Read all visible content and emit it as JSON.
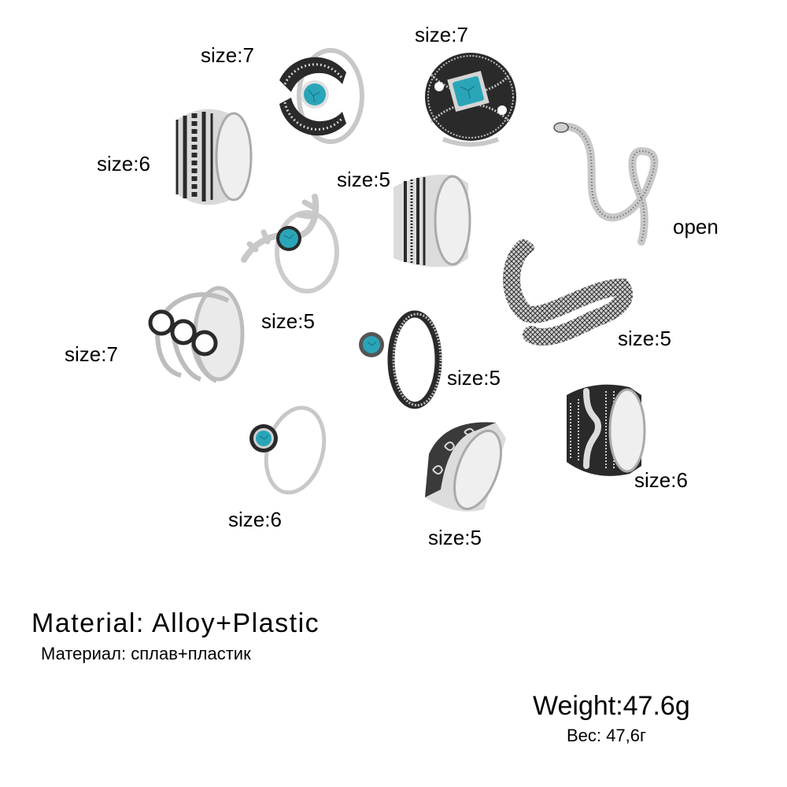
{
  "colors": {
    "background": "#ffffff",
    "silver_light": "#e6e6e6",
    "silver_mid": "#b5b5b5",
    "oxidized_dark": "#2a2a2a",
    "turquoise": "#2aa5b8",
    "turquoise_dark": "#17788a",
    "text": "#000000"
  },
  "rings": [
    {
      "id": "crescent-turquoise",
      "label": "size:7"
    },
    {
      "id": "square-turquoise-shield",
      "label": "size:7"
    },
    {
      "id": "wide-dotted-band",
      "label": "size:6"
    },
    {
      "id": "striped-band",
      "label": "size:5"
    },
    {
      "id": "coiled-snake",
      "label": "open"
    },
    {
      "id": "antler-turquoise",
      "label": "size:5"
    },
    {
      "id": "scaled-snake",
      "label": "size:5"
    },
    {
      "id": "triple-circle-band",
      "label": "size:7"
    },
    {
      "id": "turquoise-stacked-band",
      "label": "size:5"
    },
    {
      "id": "dotted-wave-band",
      "label": "size:6"
    },
    {
      "id": "thin-turquoise-solitaire",
      "label": "size:6"
    },
    {
      "id": "paisley-engraved-band",
      "label": "size:5"
    }
  ],
  "material": {
    "en": "Material: Alloy+Plastic",
    "ru": "Материал: сплав+пластик"
  },
  "weight": {
    "en": "Weight:47.6g",
    "ru": "Вес: 47,6г"
  }
}
